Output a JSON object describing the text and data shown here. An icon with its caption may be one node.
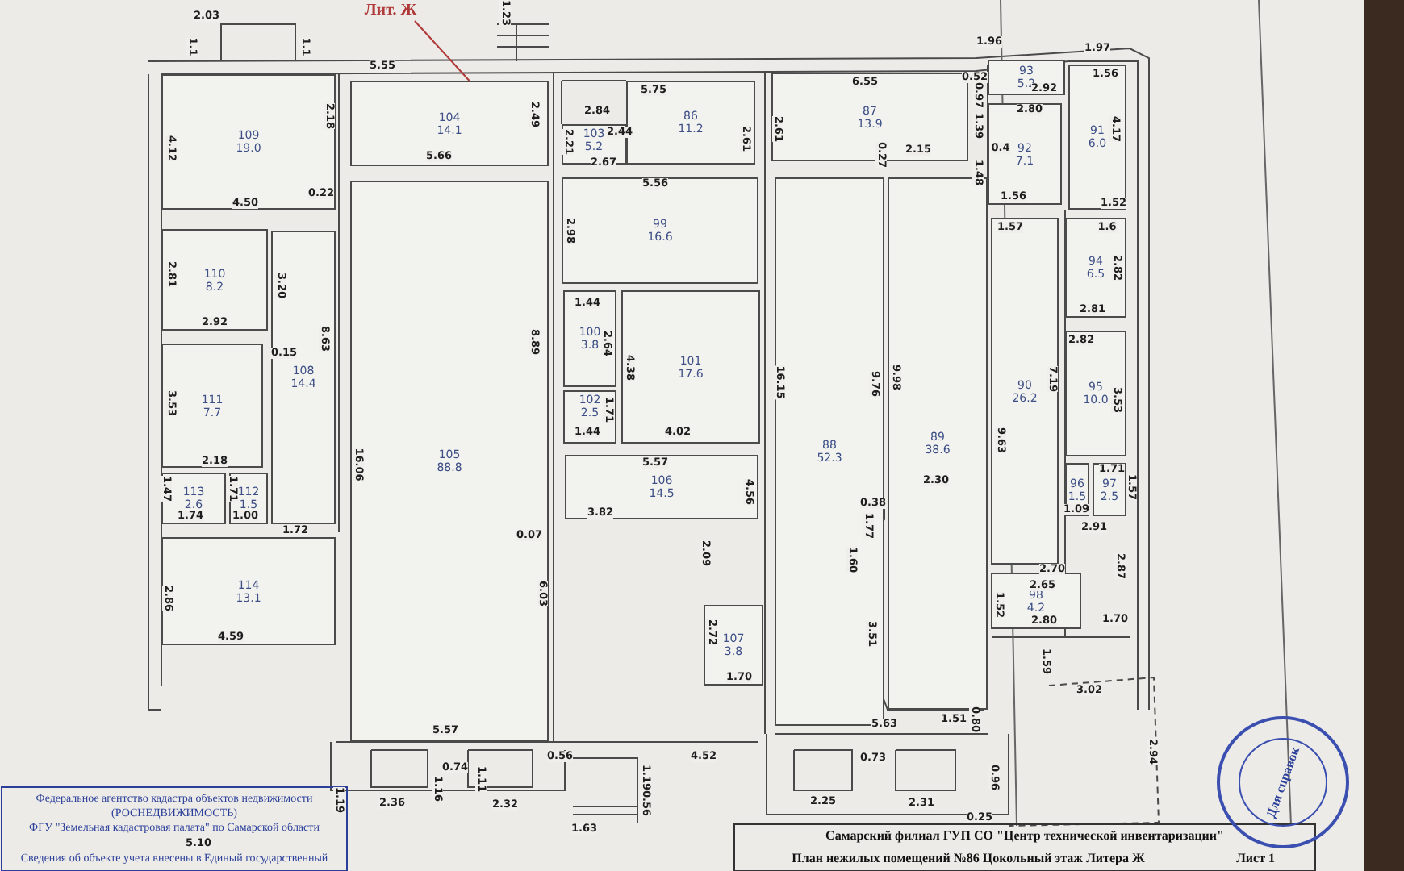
{
  "diagram": {
    "nodes": [
      {
        "text": [
          "Лит. Ж"
        ]
      },
      {
        "text": [
          "109",
          "19.0"
        ]
      },
      {
        "text": [
          "104",
          "14.1"
        ]
      },
      {
        "text": [
          "86",
          "11.2"
        ]
      },
      {
        "text": [
          "103",
          "5.2"
        ]
      },
      {
        "text": [
          "87",
          "13.9"
        ]
      },
      {
        "text": [
          "93",
          "5.2"
        ]
      },
      {
        "text": [
          "91",
          "6.0"
        ]
      },
      {
        "text": [
          "92",
          "7.1"
        ]
      },
      {
        "text": [
          "99",
          "16.6"
        ]
      },
      {
        "text": [
          "110",
          "8.2"
        ]
      },
      {
        "text": [
          "108",
          "14.4"
        ]
      },
      {
        "text": [
          "105",
          "88.8"
        ]
      },
      {
        "text": [
          "100",
          "3.8"
        ]
      },
      {
        "text": [
          "101",
          "17.6"
        ]
      },
      {
        "text": [
          "102",
          "2.5"
        ]
      },
      {
        "text": [
          "111",
          "7.7"
        ]
      },
      {
        "text": [
          "94",
          "6.5"
        ]
      },
      {
        "text": [
          "90",
          "26.2"
        ]
      },
      {
        "text": [
          "95",
          "10.0"
        ]
      },
      {
        "text": [
          "106",
          "14.5"
        ]
      },
      {
        "text": [
          "88",
          "52.3"
        ]
      },
      {
        "text": [
          "89",
          "38.6"
        ]
      },
      {
        "text": [
          "113",
          "2.6"
        ]
      },
      {
        "text": [
          "112",
          "1.5"
        ]
      },
      {
        "text": [
          "96",
          "1.5"
        ]
      },
      {
        "text": [
          "97",
          "2.5"
        ]
      },
      {
        "text": [
          "114",
          "13.1"
        ]
      },
      {
        "text": [
          "98",
          "4.2"
        ]
      },
      {
        "text": [
          "107",
          "3.8"
        ]
      }
    ],
    "edges": [
      {
        "from": 0,
        "to": 2,
        "arrow": "none",
        "color": "#b03a3a"
      }
    ],
    "labels": [
      "2.03",
      "1.1",
      "1.1",
      "5.55",
      "1.23",
      "1.96",
      "1.97",
      "5.75",
      "6.55",
      "0.52",
      "1.56",
      "2.92",
      "0.97",
      "2.80",
      "2.18",
      "2.49",
      "2.84",
      "2.44",
      "2.21",
      "2.67",
      "2.61",
      "2.61",
      "1.39",
      "4.17",
      "4.12",
      "0.4",
      "2.15",
      "0.27",
      "0.22",
      "5.66",
      "1.48",
      "5.56",
      "1.56",
      "1.52",
      "4.50",
      "1.57",
      "1.6",
      "2.98",
      "2.82",
      "2.81",
      "3.20",
      "1.44",
      "2.81",
      "2.92",
      "8.63",
      "2.82",
      "8.89",
      "2.64",
      "0.15",
      "4.38",
      "7.19",
      "16.15",
      "9.76",
      "9.98",
      "3.53",
      "3.53",
      "1.71",
      "4.02",
      "1.44",
      "9.63",
      "5.57",
      "2.18",
      "1.71",
      "16.06",
      "2.30",
      "1.47",
      "1.71",
      "1.57",
      "4.56",
      "0.38",
      "3.82",
      "1.09",
      "1.74",
      "1.00",
      "1.72",
      "1.77",
      "2.91",
      "0.07",
      "2.09",
      "1.60",
      "2.87",
      "2.70",
      "2.65",
      "6.03",
      "2.86",
      "1.52",
      "2.80",
      "1.70",
      "2.72",
      "3.51",
      "4.59",
      "1.59",
      "1.70",
      "3.02",
      "1.51",
      "0.80",
      "5.57",
      "5.63",
      "2.94",
      "0.56",
      "4.52",
      "0.73",
      "0.74",
      "1.11",
      "0.96",
      "1.16",
      "1.19",
      "2.25",
      "2.31",
      "2.36",
      "2.32",
      "1.19",
      "0.56",
      "0.25",
      "1.63",
      "5.10",
      "Федеральное агентство кадастра объектов недвижимости",
      "(РОСНЕДВИЖИМОСТЬ)",
      "ФГУ \"Земельная кадастровая палата\" по Самарской области",
      "Сведения об объекте учета внесены в Единый государственный",
      "Самарский филиал ГУП СО \"Центр технической инвентаризации\"",
      "План нежилых помещений №86 Цокольный этаж Литера Ж",
      "Лист 1",
      "Для справок"
    ]
  }
}
